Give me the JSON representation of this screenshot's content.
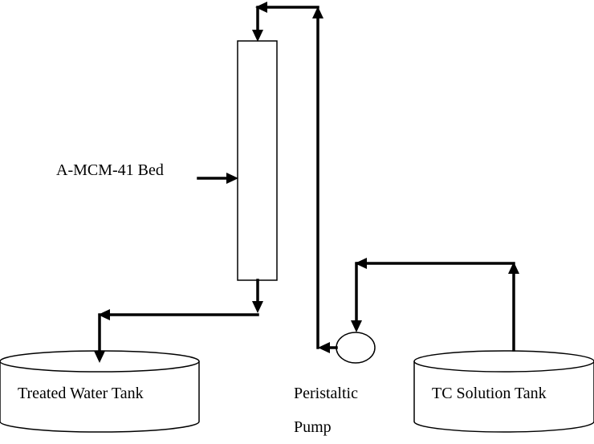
{
  "labels": {
    "bed": "A-MCM-41 Bed",
    "treated_tank": "Treated Water Tank",
    "pump_line1": "Peristaltic",
    "pump_line2": "Pump",
    "tc_tank": "TC Solution Tank"
  }
}
